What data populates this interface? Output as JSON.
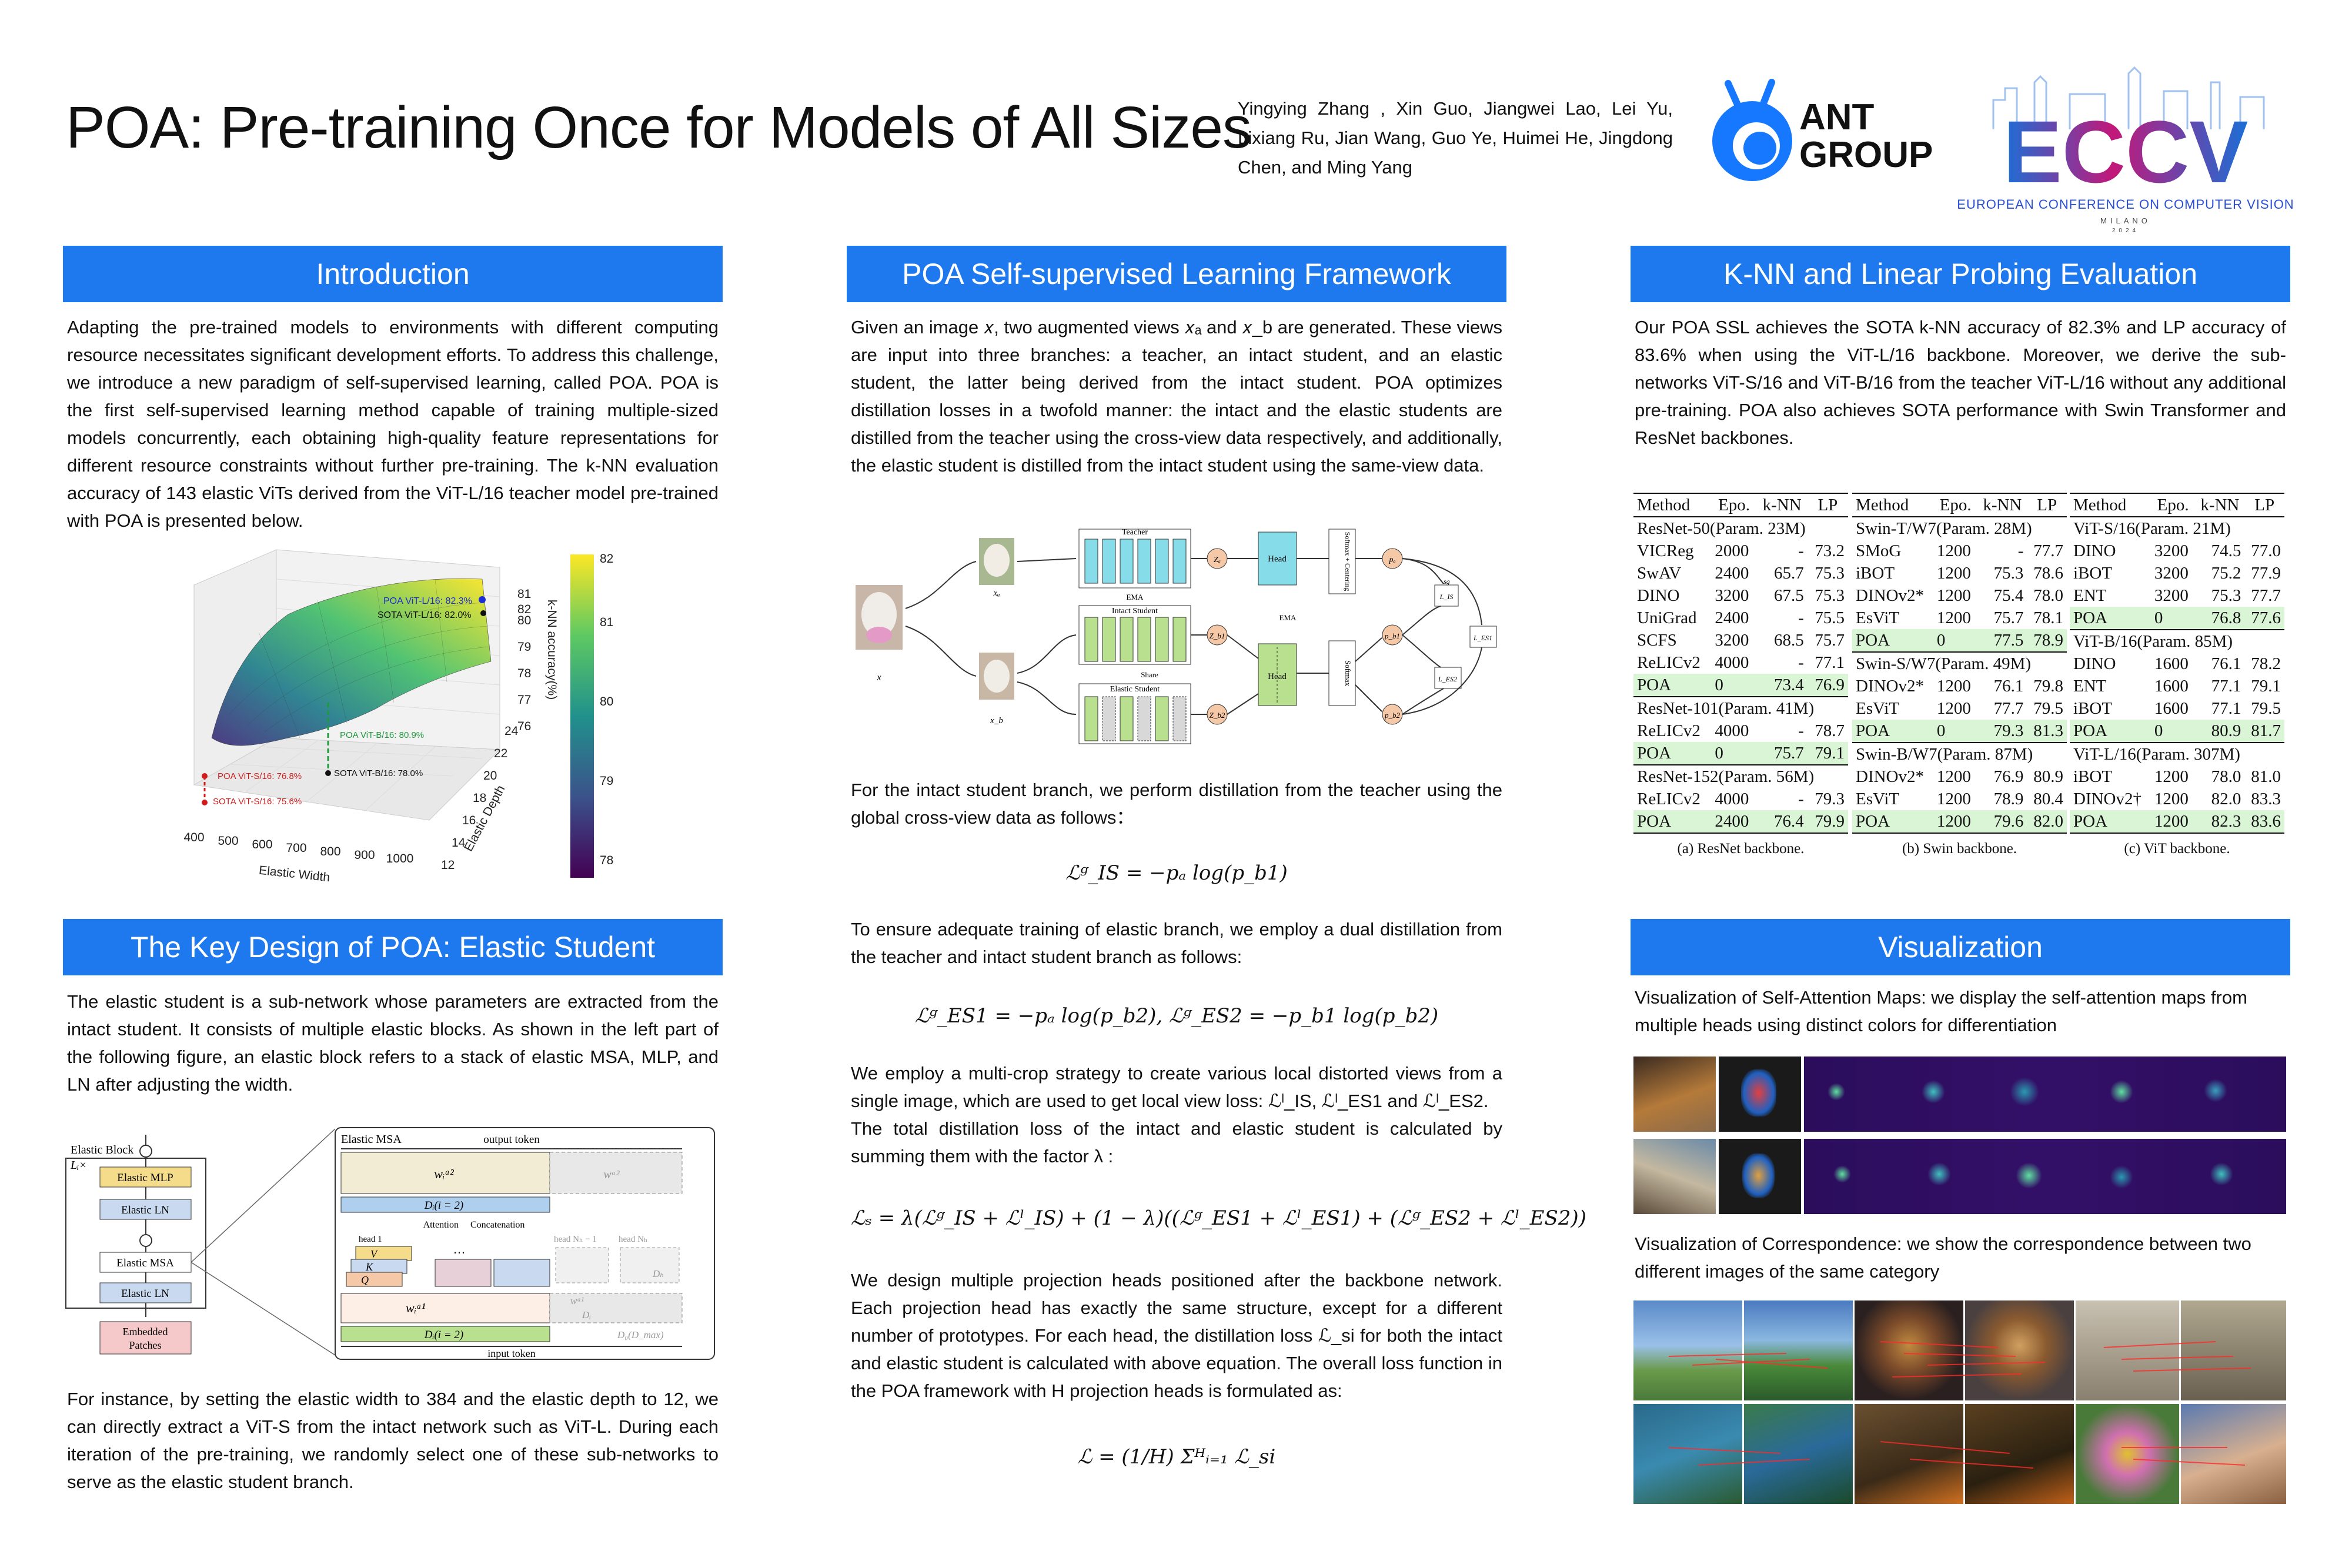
{
  "header": {
    "title": "POA: Pre-training Once for Models of All Sizes",
    "authors": "Yingying Zhang , Xin Guo, Jiangwei Lao, Lei Yu, Lixiang Ru, Jian Wang, Guo Ye, Huimei He, Jingdong Chen, and Ming Yang",
    "ant_logo": "ANT GROUP",
    "ant_line1": "ANT",
    "ant_line2": "GROUP",
    "eccv_logo": "ECCV",
    "eccv_subtitle": "EUROPEAN CONFERENCE ON COMPUTER VISION",
    "eccv_city": "MILANO",
    "eccv_year": "2024"
  },
  "intro": {
    "heading": "Introduction",
    "text": "Adapting the pre-trained models to environments with different computing resource necessitates significant development efforts. To address this challenge, we introduce a new paradigm of self-supervised learning, called POA. POA is the first self-supervised learning method capable of training multiple-sized models concurrently, each obtaining high-quality feature representations for different resource constraints without further pre-training. The k-NN evaluation accuracy of 143 elastic ViTs derived from the ViT-L/16 teacher model pre-trained with POA is presented below."
  },
  "chart_data": {
    "type": "surface",
    "title": "",
    "xlabel": "Elastic Width",
    "ylabel": "Elastic Depth",
    "zlabel": "k-NN accuracy(%)",
    "x_ticks": [
      400,
      500,
      600,
      700,
      800,
      900,
      1000
    ],
    "y_ticks": [
      12,
      14,
      16,
      18,
      20,
      22,
      24
    ],
    "z_ticks": [
      76,
      77,
      78,
      79,
      80,
      81,
      82
    ],
    "colorbar_ticks": [
      78,
      79,
      80,
      81,
      82
    ],
    "annotations": [
      {
        "label": "POA ViT-L/16:  82.3%",
        "color": "#1b2fd6"
      },
      {
        "label": "SOTA ViT-L/16:  82.0%",
        "color": "#111111"
      },
      {
        "label": "POA ViT-B/16:  80.9%",
        "color": "#1c9b3b"
      },
      {
        "label": "SOTA ViT-B/16: 78.0%",
        "color": "#111111"
      },
      {
        "label": "POA ViT-S/16:  76.8%",
        "color": "#d01c1c"
      },
      {
        "label": "SOTA ViT-S/16: 75.6%",
        "color": "#d01c1c"
      }
    ]
  },
  "framework": {
    "heading": "POA Self-supervised Learning Framework",
    "p1": "Given an image 𝑥, two augmented views 𝑥ₐ and 𝑥_b are generated. These views are input into three branches: a teacher, an intact student, and an elastic student, the latter being derived from the intact student. POA optimizes distillation losses in a twofold manner: the intact and the elastic students are distilled from the teacher using the cross-view data respectively, and additionally, the elastic student is distilled from the intact student using the same-view data.",
    "diagram": {
      "teacher": "Teacher",
      "intact": "Intact Student",
      "elastic": "Elastic Student",
      "ema": "EMA",
      "ema2": "EMA",
      "share": "Share",
      "head": "Head",
      "head2": "Head",
      "softmax_centering": "Softmax + Centering",
      "softmax": "Softmax",
      "za": "Zₐ",
      "zb1": "Z_b1",
      "zb2": "Z_b2",
      "pa": "pₐ",
      "pb1": "p_b1",
      "pb2": "p_b2",
      "lis": "L_IS",
      "les1": "L_ES1",
      "les2": "L_ES2",
      "sg": "sg",
      "x": "x",
      "xa": "xₐ",
      "xb": "x_b"
    },
    "p2": "For the intact student branch, we perform distillation from the teacher using the global cross-view data as follows：",
    "eq1": "ℒᵍ_IS = −pₐ log(p_b1)",
    "p3": "To ensure adequate training of elastic branch, we employ a dual distillation from the teacher and intact student branch as follows:",
    "eq2": "ℒᵍ_ES1 = −pₐ log(p_b2),     ℒᵍ_ES2 = −p_b1 log(p_b2)",
    "p4a": "We employ a multi-crop strategy to create various local distorted views from a single image, which are used to get local view loss: ℒˡ_IS, ℒˡ_ES1 and ℒˡ_ES2.",
    "p4b": "The total distillation loss of the intact and elastic student is calculated by summing them with the factor λ :",
    "eq3": "ℒₛ = λ(ℒᵍ_IS + ℒˡ_IS) + (1 − λ)((ℒᵍ_ES1 + ℒˡ_ES1) + (ℒᵍ_ES2 + ℒˡ_ES2))",
    "p5": "We design multiple projection heads  positioned after the backbone network. Each projection head has exactly the same structure, except for a different number of prototypes. For each head, the distillation loss ℒ_si for both the intact and elastic student is calculated with above equation. The overall loss function in the POA framework with H projection heads is formulated as:",
    "eq4": "ℒ = (1/H) Σᴴᵢ₌₁ ℒ_si"
  },
  "elastic": {
    "heading": "The Key Design of POA: Elastic Student",
    "p1": "The elastic student is a sub-network whose parameters are extracted from the intact student. It consists of multiple elastic blocks. As shown in the left part of the following figure, an elastic block refers to a stack of elastic MSA, MLP, and LN after adjusting the width.",
    "diagram": {
      "elastic_block": "Elastic Block",
      "li": "Lᵢ×",
      "mlp": "Elastic MLP",
      "ln1": "Elastic LN",
      "msa": "Elastic MSA",
      "ln2": "Elastic LN",
      "embed1": "Embedded",
      "embed2": "Patches",
      "msa_title": "Elastic MSA",
      "output_token": "output token",
      "w_a2": "wᵢᵃ²",
      "w_a2_full": "wᵃ²",
      "di": "Dᵢ(i = 2)",
      "attention": "Attention",
      "concat": "Concatenation",
      "head1": "head 1",
      "head_n1": "head Nₕ − 1",
      "head_n": "head Nₕ",
      "v": "V",
      "k": "K",
      "q": "Q",
      "dots": "…",
      "dh": "Dₕ",
      "w_a1": "wᵢᵃ¹",
      "w_a1_full": "wᵃ¹",
      "di2": "Dᵢ(i = 2)",
      "di_small": "Dᵢ",
      "d0": "D₀(D_max)",
      "input_token": "input token"
    },
    "p2": "For instance, by setting the elastic width to 384 and the elastic depth to 12, we can directly extract a ViT-S from the intact network such as ViT-L. During each iteration of the pre-training, we randomly select one of these sub-networks to serve as the elastic student branch."
  },
  "knn": {
    "heading": "K-NN and Linear Probing Evaluation",
    "text": "Our POA SSL achieves the SOTA k-NN accuracy of 82.3% and LP accuracy of 83.6% when using the ViT-L/16 backbone. Moreover, we derive the sub-networks ViT-S/16 and ViT-B/16 from the teacher ViT-L/16 without any additional pre-training. POA also achieves SOTA performance with Swin Transformer and ResNet backbones.",
    "columns": [
      "Method",
      "Epo.",
      "k-NN",
      "LP"
    ],
    "tables": [
      {
        "caption": "(a) ResNet backbone.",
        "groups": [
          {
            "title": "ResNet-50(Param. 23M)",
            "rows": [
              [
                "VICReg",
                "2000",
                "-",
                "73.2"
              ],
              [
                "SwAV",
                "2400",
                "65.7",
                "75.3"
              ],
              [
                "DINO",
                "3200",
                "67.5",
                "75.3"
              ],
              [
                "UniGrad",
                "2400",
                "-",
                "75.5"
              ],
              [
                "SCFS",
                "3200",
                "68.5",
                "75.7"
              ],
              [
                "ReLICv2",
                "4000",
                "-",
                "77.1"
              ],
              [
                "POA",
                "0",
                "73.4",
                "76.9"
              ]
            ],
            "bold": [
              [
                5,
                3
              ],
              [
                6,
                2
              ]
            ]
          },
          {
            "title": "ResNet-101(Param. 41M)",
            "rows": [
              [
                "ReLICv2",
                "4000",
                "-",
                "78.7"
              ],
              [
                "POA",
                "0",
                "75.7",
                "79.1"
              ]
            ],
            "bold": [
              [
                1,
                2
              ],
              [
                1,
                3
              ]
            ]
          },
          {
            "title": "ResNet-152(Param. 56M)",
            "rows": [
              [
                "ReLICv2",
                "4000",
                "-",
                "79.3"
              ],
              [
                "POA",
                "2400",
                "76.4",
                "79.9"
              ]
            ],
            "bold": [
              [
                1,
                2
              ],
              [
                1,
                3
              ]
            ]
          }
        ]
      },
      {
        "caption": "(b) Swin backbone.",
        "groups": [
          {
            "title": "Swin-T/W7(Param. 28M)",
            "rows": [
              [
                "SMoG",
                "1200",
                "-",
                "77.7"
              ],
              [
                "iBOT",
                "1200",
                "75.3",
                "78.6"
              ],
              [
                "DINOv2*",
                "1200",
                "75.4",
                "78.0"
              ],
              [
                "EsViT",
                "1200",
                "75.7",
                "78.1"
              ],
              [
                "POA",
                "0",
                "77.5",
                "78.9"
              ]
            ],
            "bold": [
              [
                4,
                2
              ],
              [
                4,
                3
              ]
            ]
          },
          {
            "title": "Swin-S/W7(Param. 49M)",
            "rows": [
              [
                "DINOv2*",
                "1200",
                "76.1",
                "79.8"
              ],
              [
                "EsViT",
                "1200",
                "77.7",
                "79.5"
              ],
              [
                "POA",
                "0",
                "79.3",
                "81.3"
              ]
            ],
            "bold": [
              [
                2,
                2
              ],
              [
                2,
                3
              ]
            ]
          },
          {
            "title": "Swin-B/W7(Param. 87M)",
            "rows": [
              [
                "DINOv2*",
                "1200",
                "76.9",
                "80.9"
              ],
              [
                "EsViT",
                "1200",
                "78.9",
                "80.4"
              ],
              [
                "POA",
                "1200",
                "79.6",
                "82.0"
              ]
            ],
            "bold": [
              [
                2,
                2
              ],
              [
                2,
                3
              ]
            ]
          }
        ]
      },
      {
        "caption": "(c) ViT backbone.",
        "groups": [
          {
            "title": "ViT-S/16(Param. 21M)",
            "rows": [
              [
                "DINO",
                "3200",
                "74.5",
                "77.0"
              ],
              [
                "iBOT",
                "3200",
                "75.2",
                "77.9"
              ],
              [
                "ENT",
                "3200",
                "75.3",
                "77.7"
              ],
              [
                "POA",
                "0",
                "76.8",
                "77.6"
              ]
            ],
            "bold": [
              [
                1,
                3
              ],
              [
                3,
                2
              ]
            ]
          },
          {
            "title": "ViT-B/16(Param. 85M)",
            "rows": [
              [
                "DINO",
                "1600",
                "76.1",
                "78.2"
              ],
              [
                "ENT",
                "1600",
                "77.1",
                "79.1"
              ],
              [
                "iBOT",
                "1600",
                "77.1",
                "79.5"
              ],
              [
                "POA",
                "0",
                "80.9",
                "81.7"
              ]
            ],
            "bold": [
              [
                3,
                2
              ],
              [
                3,
                3
              ]
            ]
          },
          {
            "title": "ViT-L/16(Param. 307M)",
            "rows": [
              [
                "iBOT",
                "1200",
                "78.0",
                "81.0"
              ],
              [
                "DINOv2†",
                "1200",
                "82.0",
                "83.3"
              ],
              [
                "POA",
                "1200",
                "82.3",
                "83.6"
              ]
            ],
            "bold": [
              [
                2,
                2
              ],
              [
                2,
                3
              ]
            ]
          }
        ]
      }
    ]
  },
  "vis": {
    "heading": "Visualization",
    "attn_caption": "Visualization of Self-Attention Maps: we display the self-attention maps from multiple heads using distinct colors for differentiation",
    "corr_caption": "Visualization of Correspondence: we show the correspondence between two different images of the same category"
  },
  "colors": {
    "accent": "#1e78ee",
    "poa_row": "#d9f5d6",
    "attn_bg": "#2a0a5e"
  }
}
